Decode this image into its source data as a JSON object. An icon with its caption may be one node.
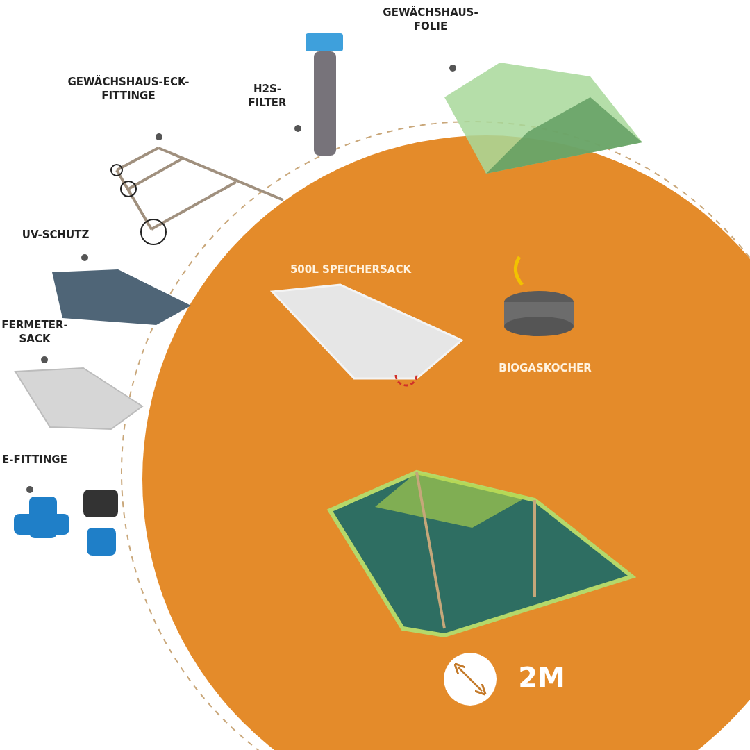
{
  "diagram": {
    "labels": [
      "GEWÄCHSHAUS-FOLIE",
      "GEWÄCHSHAUS-ECK-FITTINGE",
      "H2S-FILTER",
      "UV-SCHUTZ",
      "500L SPEICHERSACK",
      "FERMETER-SACK",
      "BIOGASKOCHER",
      "E-FITTINGE",
      "2M"
    ]
  }
}
